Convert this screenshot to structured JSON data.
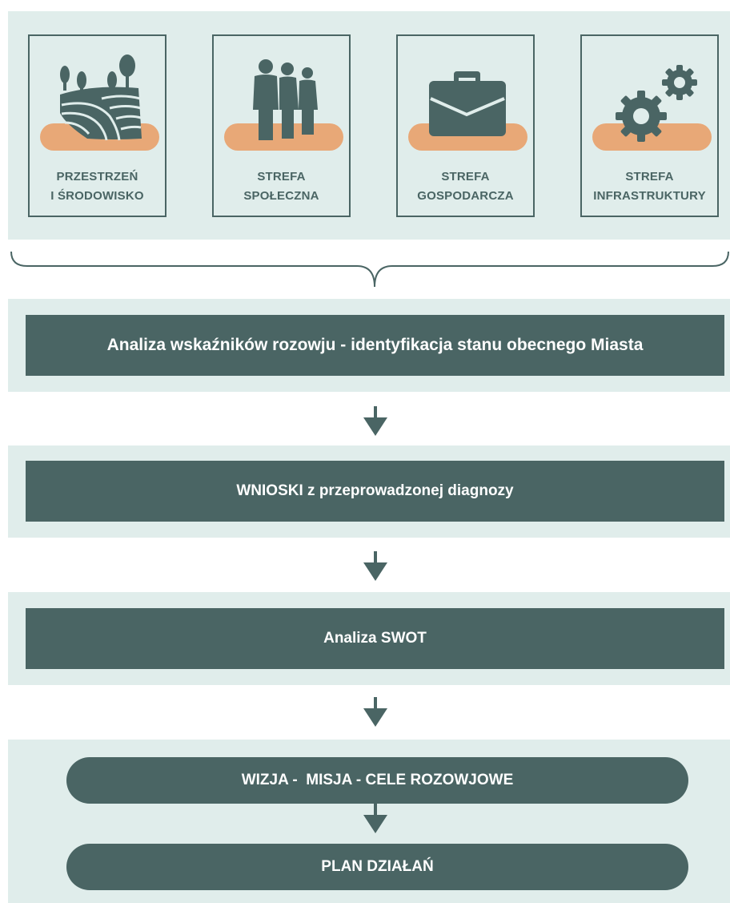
{
  "cards": [
    {
      "line1": "PRZESTRZEŃ",
      "line2": "I ŚRODOWISKO",
      "icon": "landscape-icon"
    },
    {
      "line1": "STREFA",
      "line2": "SPOŁECZNA",
      "icon": "people-icon"
    },
    {
      "line1": "STREFA",
      "line2": "GOSPODARCZA",
      "icon": "briefcase-icon"
    },
    {
      "line1": "STREFA",
      "line2": "INFRASTRUKTURY",
      "icon": "gears-icon"
    }
  ],
  "steps": {
    "analysis": "Analiza wskaźników rozowju - identyfikacja stanu obecnego Miasta",
    "conclusions": "WNIOSKI z przeprowadzonej diagnozy",
    "swot": "Analiza SWOT",
    "vision": "WIZJA -  MISJA - CELE ROZOWJOWE",
    "plan": "PLAN DZIAŁAŃ"
  },
  "colors": {
    "band": "#e0edeb",
    "dark": "#4a6564",
    "accent": "#e8a877",
    "text_light": "#ffffff"
  }
}
